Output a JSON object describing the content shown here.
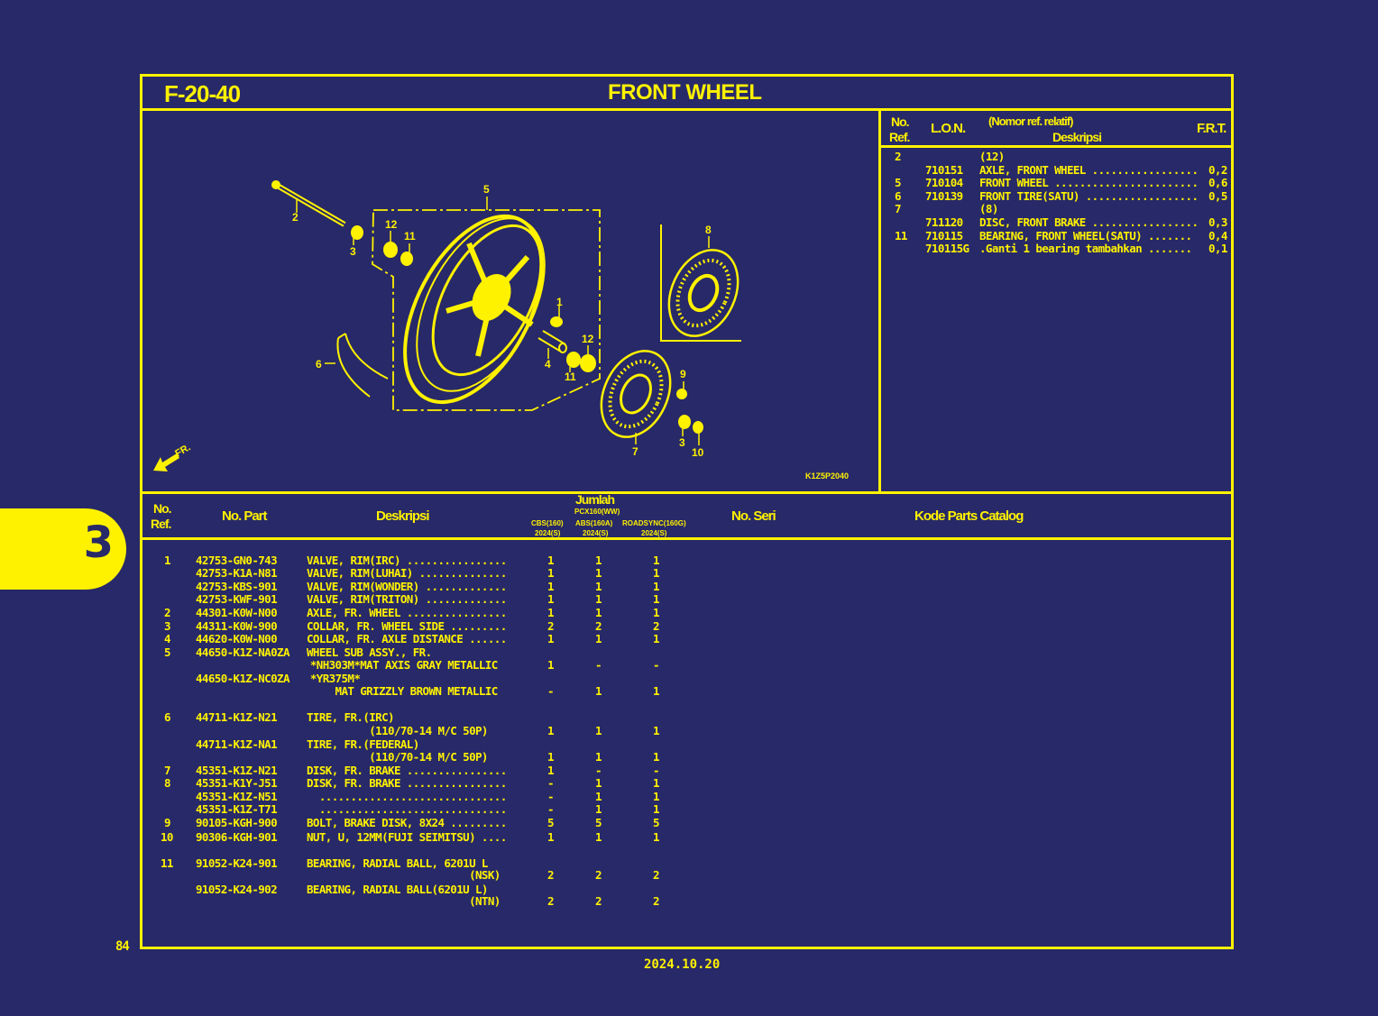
{
  "header": {
    "code": "F-20-40",
    "title": "FRONT WHEEL"
  },
  "frt_table": {
    "headers": {
      "ref_no": "No.",
      "ref_label": "Ref.",
      "lon": "L.O.N.",
      "desc_note": "(Nomor ref. relatif)",
      "desc": "Deskripsi",
      "frt": "F.R.T."
    },
    "rows": [
      {
        "ref": "2",
        "lon": "",
        "desc": "(12)",
        "frt": ""
      },
      {
        "ref": "",
        "lon": "710151",
        "desc": "AXLE, FRONT WHEEL .................",
        "frt": "0,2"
      },
      {
        "ref": "5",
        "lon": "710104",
        "desc": "FRONT WHEEL .......................",
        "frt": "0,6"
      },
      {
        "ref": "6",
        "lon": "710139",
        "desc": "FRONT TIRE(SATU) ..................",
        "frt": "0,5"
      },
      {
        "ref": "7",
        "lon": "",
        "desc": "(8)",
        "frt": ""
      },
      {
        "ref": "",
        "lon": "711120",
        "desc": "DISC, FRONT BRAKE .................",
        "frt": "0,3"
      },
      {
        "ref": "11",
        "lon": "710115",
        "desc": "BEARING, FRONT WHEEL(SATU) .......",
        "frt": "0,4"
      },
      {
        "ref": "",
        "lon": "710115G",
        "desc": ".Ganti 1 bearing tambahkan .......",
        "frt": "0,1"
      }
    ]
  },
  "diagram": {
    "code": "K1Z5P2040",
    "front_arrow": "FR.",
    "callouts": [
      "1",
      "2",
      "3",
      "3",
      "4",
      "5",
      "6",
      "7",
      "8",
      "9",
      "10",
      "11",
      "11",
      "12",
      "12"
    ]
  },
  "parts_table": {
    "headers": {
      "ref_no": "No.",
      "ref_label": "Ref.",
      "part_no": "No. Part",
      "desc": "Deskripsi",
      "qty": "Jumlah",
      "model_group": "PCX160(WW)",
      "col1_name": "CBS(160)",
      "col1_year": "2024(S)",
      "col2_name": "ABS(160A)",
      "col2_year": "2024(S)",
      "col3_name": "ROADSYNC(160G)",
      "col3_year": "2024(S)",
      "serial": "No. Seri",
      "catalog": "Kode Parts Catalog"
    },
    "rows": [
      {
        "ref": "1",
        "part": "42753-GN0-743",
        "desc": "VALVE, RIM(IRC) ................",
        "q1": "1",
        "q2": "1",
        "q3": "1"
      },
      {
        "ref": "",
        "part": "42753-K1A-N81",
        "desc": "VALVE, RIM(LUHAI) ..............",
        "q1": "1",
        "q2": "1",
        "q3": "1"
      },
      {
        "ref": "",
        "part": "42753-KBS-901",
        "desc": "VALVE, RIM(WONDER) .............",
        "q1": "1",
        "q2": "1",
        "q3": "1"
      },
      {
        "ref": "",
        "part": "42753-KWF-901",
        "desc": "VALVE, RIM(TRITON) .............",
        "q1": "1",
        "q2": "1",
        "q3": "1"
      },
      {
        "ref": "2",
        "part": "44301-K0W-N00",
        "desc": "AXLE, FR. WHEEL ................",
        "q1": "1",
        "q2": "1",
        "q3": "1"
      },
      {
        "ref": "3",
        "part": "44311-K0W-900",
        "desc": "COLLAR, FR. WHEEL SIDE .........",
        "q1": "2",
        "q2": "2",
        "q3": "2"
      },
      {
        "ref": "4",
        "part": "44620-K0W-N00",
        "desc": "COLLAR, FR. AXLE DISTANCE ......",
        "q1": "1",
        "q2": "1",
        "q3": "1"
      },
      {
        "ref": "5",
        "part": "44650-K1Z-NA0ZA",
        "desc": "WHEEL SUB ASSY., FR.",
        "q1": "",
        "q2": "",
        "q3": ""
      },
      {
        "ref": "",
        "part": "",
        "desc": "  *NH303M*MAT AXIS GRAY METALLIC",
        "q1": "1",
        "q2": "-",
        "q3": "-"
      },
      {
        "ref": "",
        "part": "44650-K1Z-NC0ZA",
        "desc": "  *YR375M*",
        "q1": "",
        "q2": "",
        "q3": ""
      },
      {
        "ref": "",
        "part": "",
        "desc": "      MAT GRIZZLY BROWN METALLIC",
        "q1": "-",
        "q2": "1",
        "q3": "1"
      },
      {
        "ref": "",
        "part": "",
        "desc": "",
        "q1": "",
        "q2": "",
        "q3": ""
      },
      {
        "ref": "6",
        "part": "44711-K1Z-N21",
        "desc": "TIRE, FR.(IRC)",
        "q1": "",
        "q2": "",
        "q3": ""
      },
      {
        "ref": "",
        "part": "",
        "desc": "          (110/70-14 M/C 50P)",
        "q1": "1",
        "q2": "1",
        "q3": "1"
      },
      {
        "ref": "",
        "part": "44711-K1Z-NA1",
        "desc": "TIRE, FR.(FEDERAL)",
        "q1": "",
        "q2": "",
        "q3": ""
      },
      {
        "ref": "",
        "part": "",
        "desc": "          (110/70-14 M/C 50P)",
        "q1": "1",
        "q2": "1",
        "q3": "1"
      },
      {
        "ref": "7",
        "part": "45351-K1Z-N21",
        "desc": "DISK, FR. BRAKE ................",
        "q1": "1",
        "q2": "-",
        "q3": "-"
      },
      {
        "ref": "8",
        "part": "45351-K1Y-J51",
        "desc": "DISK, FR. BRAKE ................",
        "q1": "-",
        "q2": "1",
        "q3": "1"
      },
      {
        "ref": "",
        "part": "45351-K1Z-N51",
        "desc": "  ..............................",
        "q1": "-",
        "q2": "1",
        "q3": "1"
      },
      {
        "ref": "",
        "part": "45351-K1Z-T71",
        "desc": "  ..............................",
        "q1": "-",
        "q2": "1",
        "q3": "1"
      },
      {
        "ref": "9",
        "part": "90105-KGH-900",
        "desc": "BOLT, BRAKE DISK, 8X24 .........",
        "q1": "5",
        "q2": "5",
        "q3": "5"
      },
      {
        "ref": "10",
        "part": "90306-KGH-901",
        "desc": "NUT, U, 12MM(FUJI SEIMITSU) ....",
        "q1": "1",
        "q2": "1",
        "q3": "1"
      },
      {
        "ref": "",
        "part": "",
        "desc": "",
        "q1": "",
        "q2": "",
        "q3": ""
      },
      {
        "ref": "11",
        "part": "91052-K24-901",
        "desc": "BEARING, RADIAL BALL, 6201U L",
        "q1": "",
        "q2": "",
        "q3": ""
      },
      {
        "ref": "",
        "part": "",
        "desc": "                          (NSK)",
        "q1": "2",
        "q2": "2",
        "q3": "2"
      },
      {
        "ref": "",
        "part": "91052-K24-902",
        "desc": "BEARING, RADIAL BALL(6201U L)",
        "q1": "",
        "q2": "",
        "q3": ""
      },
      {
        "ref": "",
        "part": "",
        "desc": "                          (NTN)",
        "q1": "2",
        "q2": "2",
        "q3": "2"
      }
    ]
  },
  "side_tab": {
    "label": "3"
  },
  "footer": {
    "page_number": "84",
    "date": "2024.10.20"
  },
  "colors": {
    "background": "#282968",
    "accent": "#fff200"
  }
}
